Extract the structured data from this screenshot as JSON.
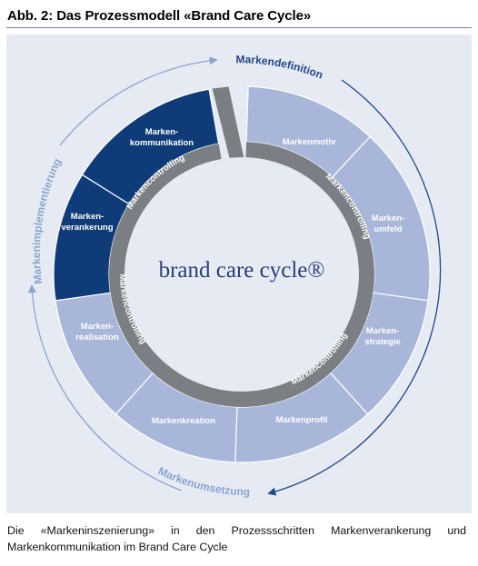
{
  "figure": {
    "title": "Abb. 2: Das Prozessmodell «Brand Care Cycle»",
    "caption": "Die «Markeninszenierung» in den Prozessschritten Markenverankerung und Markenkommunikation im Brand Care Cycle"
  },
  "diagram": {
    "center_label": "brand care cycle®",
    "segments": [
      {
        "label_lines": [
          "Markenmotiv"
        ]
      },
      {
        "label_lines": [
          "Marken-",
          "umfeld"
        ]
      },
      {
        "label_lines": [
          "Marken-",
          "strategie"
        ]
      },
      {
        "label_lines": [
          "Markenprofil"
        ]
      },
      {
        "label_lines": [
          "Markenkreation"
        ]
      },
      {
        "label_lines": [
          "Marken-",
          "realisation"
        ]
      },
      {
        "label_lines": [
          "Marken-",
          "verankerung"
        ]
      },
      {
        "label_lines": [
          "Marken-",
          "kommunikation"
        ]
      }
    ],
    "controlling_label": "Markencontrolling",
    "outer_labels": {
      "top": "Markendefinition",
      "bottom": "Markenumsetzung",
      "left": "Markenimplementierung"
    },
    "colors": {
      "light_segment": "#a8b6da",
      "dark_segment": "#0f3c78",
      "controlling_ring": "#7b7e82",
      "panel": "#e6ebf3",
      "arrow_light": "#8ca3cf",
      "arrow_dark": "#22468a"
    }
  }
}
